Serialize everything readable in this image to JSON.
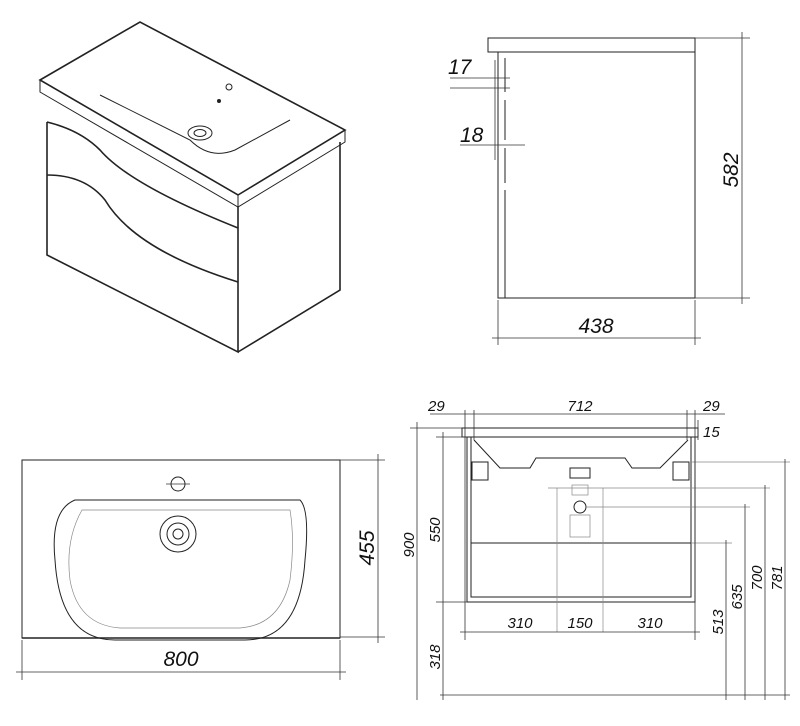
{
  "side_view": {
    "dims": {
      "gap_top": "17",
      "gap_mid": "18",
      "height": "582",
      "depth": "438"
    }
  },
  "top_view": {
    "dims": {
      "depth": "455",
      "width": "800"
    }
  },
  "front_view": {
    "dims": {
      "left_edge": "29",
      "inner_width": "712",
      "right_edge": "29",
      "slab": "15",
      "total_height": "900",
      "cabinet_height": "550",
      "floor_gap": "318",
      "drawer_line": "513",
      "trap_outlet": "635",
      "inlets": "700",
      "mount": "781",
      "seg_left": "310",
      "seg_mid": "150",
      "seg_right": "310"
    }
  }
}
